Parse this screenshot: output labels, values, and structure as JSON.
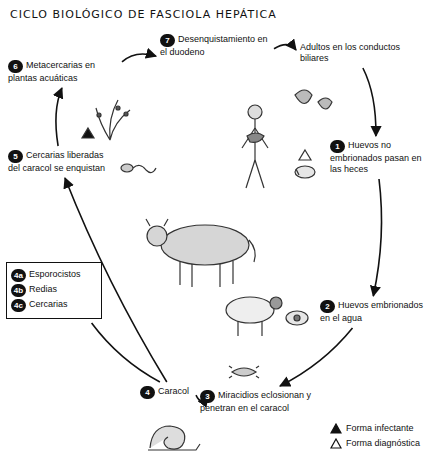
{
  "diagram": {
    "title": "CICLO BIOLÓGICO DE FASCIOLA HEPÁTICA",
    "nodes": [
      {
        "text": [
          "Adultos en los conductos biliares"
        ]
      },
      {
        "text": [
          "1",
          "Huevos no embrionados pasan en las heces"
        ]
      },
      {
        "text": [
          "2",
          "Huevos embrionados en el agua"
        ]
      },
      {
        "text": [
          "3",
          "Miracidios eclosionan y penetran en el caracol"
        ]
      },
      {
        "text": [
          "4",
          "Caracol"
        ]
      },
      {
        "text": [
          "4a",
          "Esporocistos",
          "4b",
          "Redias",
          "4c",
          "Cercarias"
        ]
      },
      {
        "text": [
          "5",
          "Cercarias liberadas del caracol se enquistan"
        ]
      },
      {
        "text": [
          "6",
          "Metacercarias en plantas acuáticas"
        ]
      },
      {
        "text": [
          "7",
          "Desenquistamiento en el duodeno"
        ]
      }
    ],
    "edges": [
      {
        "from": 8,
        "to": 0,
        "arrow": "to"
      },
      {
        "from": 0,
        "to": 1,
        "arrow": "to"
      },
      {
        "from": 1,
        "to": 2,
        "arrow": "to"
      },
      {
        "from": 2,
        "to": 3,
        "arrow": "to"
      },
      {
        "from": 3,
        "to": 4,
        "arrow": "to"
      },
      {
        "from": 4,
        "to": 5,
        "arrow": "none"
      },
      {
        "from": 4,
        "to": 6,
        "arrow": "to"
      },
      {
        "from": 6,
        "to": 7,
        "arrow": "to"
      },
      {
        "from": 7,
        "to": 8,
        "arrow": "to"
      }
    ],
    "legend": [
      {
        "text": "Forma infectante"
      },
      {
        "text": "Forma diagnóstica"
      }
    ]
  }
}
